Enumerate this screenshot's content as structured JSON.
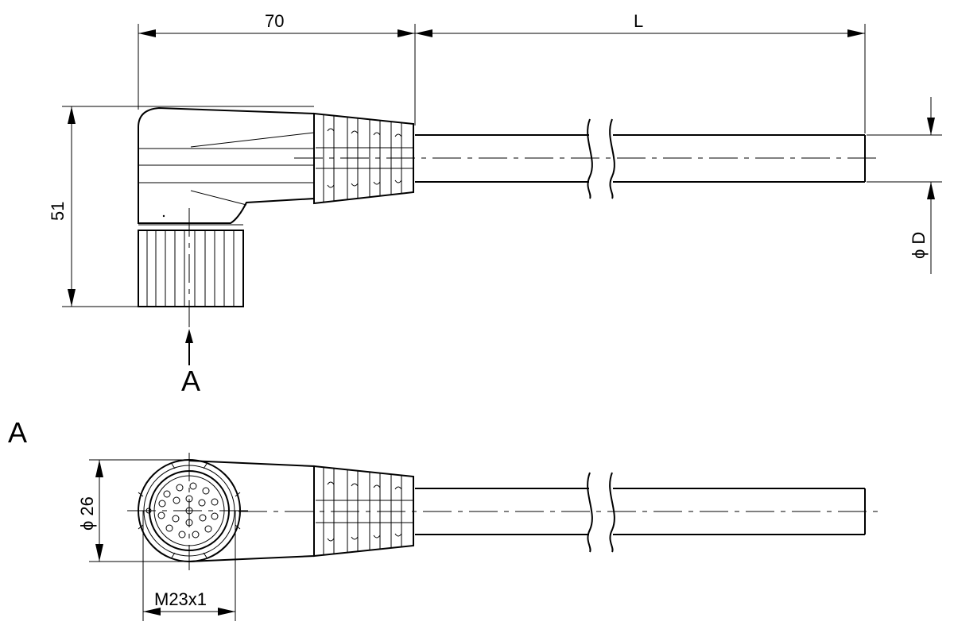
{
  "dimensions": {
    "length_70": "70",
    "length_L": "L",
    "height_51": "51",
    "diameter_D": "ϕ D",
    "diameter_26": "ϕ 26",
    "thread": "M23x1"
  },
  "views": {
    "arrow_label": "A",
    "section_label": "A"
  }
}
